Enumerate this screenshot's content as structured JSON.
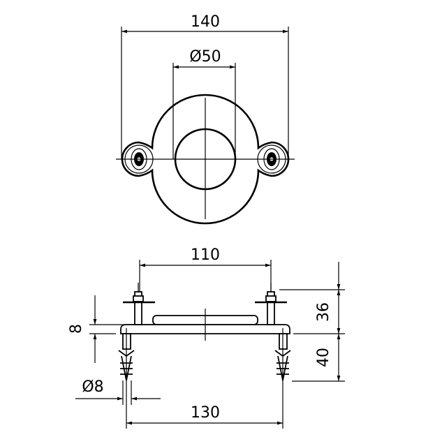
{
  "drawing": {
    "top_view": {
      "overall_width": "140",
      "bore_diameter": "Ø50"
    },
    "side_view": {
      "bolt_spacing": "110",
      "plate_thickness": "8",
      "bolt_height": "36",
      "anchor_depth": "40",
      "anchor_diameter": "Ø8",
      "anchor_spacing": "130"
    },
    "colors": {
      "line": "#000000",
      "background": "#ffffff"
    }
  }
}
